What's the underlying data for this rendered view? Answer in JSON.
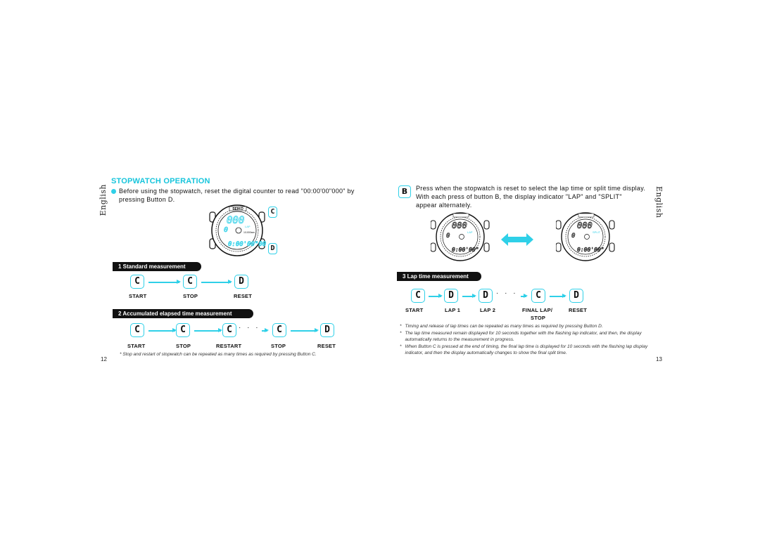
{
  "left_page": {
    "language_tab": "English",
    "title": "STOPWATCH OPERATION",
    "intro_text_1": "Before using the stopwatch, reset the digital counter to read \"00:00'00\"000\" by",
    "intro_text_2": "pressing Button D.",
    "watch_buttons": {
      "top": "C",
      "bottom": "D"
    },
    "watch_brand": "SEIKO",
    "watch_display": {
      "top_digits": "000",
      "left_digit": "0",
      "indicator": "LAP",
      "scale_text": "1/1000sec",
      "bottom_digits": "0:00'00\"00"
    },
    "section1": {
      "heading": "1  Standard measurement",
      "buttons": [
        "C",
        "C",
        "D"
      ],
      "labels": [
        "START",
        "STOP",
        "RESET"
      ]
    },
    "section2": {
      "heading": "2  Accumulated elapsed time measurement",
      "buttons": [
        "C",
        "C",
        "C",
        "C",
        "D"
      ],
      "labels": [
        "START",
        "STOP",
        "RESTART",
        "STOP",
        "RESET"
      ],
      "dots": "· · ·"
    },
    "footnote": "* Stop and restart of stopwatch can be repeated as many times as required by pressing Button C.",
    "page_number": "12"
  },
  "right_page": {
    "language_tab": "English",
    "button_b": "B",
    "text_1": "Press when the stopwatch is reset to select the lap time or split time display.",
    "text_2": "With each press of button B, the display indicator \"LAP\" and \"SPLIT\"",
    "text_3": "appear alternately.",
    "watch_left_indicator": "LAP",
    "watch_right_indicator": "SPLIT",
    "section3": {
      "heading": "3  Lap time measurement",
      "buttons": [
        "C",
        "D",
        "D",
        "C",
        "D"
      ],
      "labels": [
        "START",
        "LAP 1",
        "LAP 2",
        "FINAL LAP/",
        "RESET"
      ],
      "label_extra": "STOP",
      "dots": "· · ·"
    },
    "notes": [
      "Timing and release of lap times can be repeated as many times as required by pressing Button D.",
      "The lap time measured remain displayed for 10 seconds together with the flashing lap indicator, and then, the display automatically returns to the measurement in progress.",
      "When Button C is pressed at the end of timing, the final lap time is displayed for 10 seconds with the flashing lap display indicator, and then the display automatically changes to show the final split time."
    ],
    "page_number": "13"
  },
  "colors": {
    "accent": "#2fd0e8",
    "title": "#17c5dc",
    "text": "#111111"
  }
}
